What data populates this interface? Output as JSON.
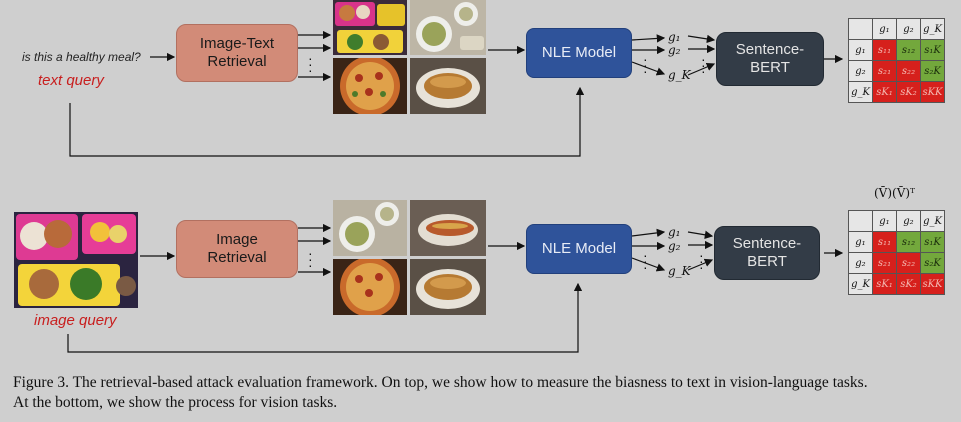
{
  "top": {
    "query_text": "is this a healthy meal?",
    "query_label": "text query",
    "retrieval_label_line1": "Image-Text",
    "retrieval_label_line2": "Retrieval",
    "nle_label": "NLE Model",
    "sbert_line1": "Sentence-",
    "sbert_line2": "BERT"
  },
  "bottom": {
    "query_label": "image query",
    "retrieval_label_line1": "Image",
    "retrieval_label_line2": "Retrieval",
    "nle_label": "NLE Model",
    "sbert_line1": "Sentence-",
    "sbert_line2": "BERT",
    "matrix_title": "(V̄)(V̄)ᵀ"
  },
  "g_labels": [
    "g₁",
    "g₂",
    "g_K"
  ],
  "matrix": {
    "col_headers": [
      "g₁",
      "g₂",
      "g_K"
    ],
    "row_headers": [
      "g₁",
      "g₂",
      "g_K"
    ],
    "cells": [
      [
        "s₁₁",
        "s₁₂",
        "s₁K"
      ],
      [
        "s₂₁",
        "s₂₂",
        "s₂K"
      ],
      [
        "sK₁",
        "sK₂",
        "sKK"
      ]
    ],
    "cell_colors": [
      [
        "red",
        "grn",
        "grn"
      ],
      [
        "red",
        "red",
        "grn"
      ],
      [
        "red",
        "red",
        "red"
      ]
    ]
  },
  "colors": {
    "retrieval": "#d28b78",
    "nle": "#2f539a",
    "sbert": "#333c47",
    "query_red": "#c81e1e",
    "cell_red": "#d6201c",
    "cell_green": "#73a83c"
  },
  "icons": [
    "food-photo",
    "arrow"
  ],
  "caption": {
    "line1": "Figure 3. The retrieval-based attack evaluation framework. On top, we show how to measure the biasness to text in vision-language tasks.",
    "line2": "At the bottom, we show the process for vision tasks."
  }
}
